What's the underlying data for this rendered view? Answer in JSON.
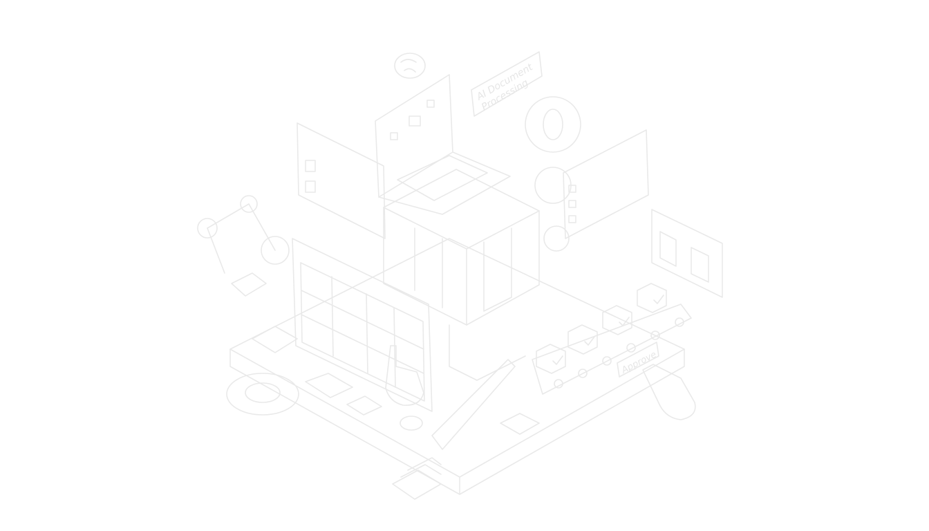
{
  "illustration": {
    "sign_label_line1": "AI Document",
    "sign_label_line2": "Processing",
    "approve_button_label": "Approve",
    "line_color": "#e9e9e9",
    "background_color": "#ffffff"
  }
}
